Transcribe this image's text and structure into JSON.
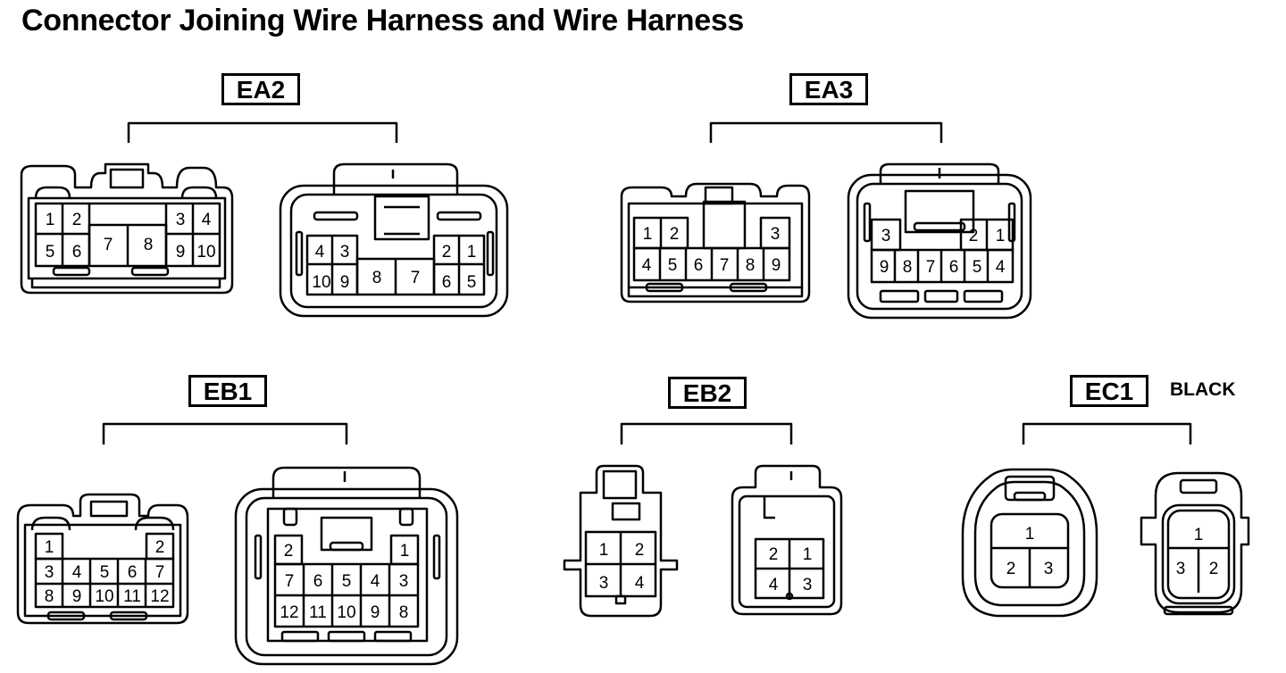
{
  "title": "Connector Joining Wire Harness and Wire Harness",
  "groups": [
    {
      "id": "EA2",
      "label": "EA2"
    },
    {
      "id": "EA3",
      "label": "EA3"
    },
    {
      "id": "EB1",
      "label": "EB1"
    },
    {
      "id": "EB2",
      "label": "EB2"
    },
    {
      "id": "EC1",
      "label": "EC1",
      "note": "BLACK"
    }
  ],
  "connectors": [
    {
      "id": "EA2-male",
      "group": "EA2",
      "pins": [
        "1",
        "2",
        "3",
        "4",
        "5",
        "6",
        "7",
        "8",
        "9",
        "10"
      ]
    },
    {
      "id": "EA2-female",
      "group": "EA2",
      "pins": [
        "4",
        "3",
        "2",
        "1",
        "10",
        "9",
        "8",
        "7",
        "6",
        "5"
      ]
    },
    {
      "id": "EA3-male",
      "group": "EA3",
      "pins": [
        "1",
        "2",
        "3",
        "4",
        "5",
        "6",
        "7",
        "8",
        "9"
      ]
    },
    {
      "id": "EA3-female",
      "group": "EA3",
      "pins": [
        "3",
        "2",
        "1",
        "9",
        "8",
        "7",
        "6",
        "5",
        "4"
      ]
    },
    {
      "id": "EB1-male",
      "group": "EB1",
      "pins": [
        "1",
        "2",
        "3",
        "4",
        "5",
        "6",
        "7",
        "8",
        "9",
        "10",
        "11",
        "12"
      ]
    },
    {
      "id": "EB1-female",
      "group": "EB1",
      "pins": [
        "2",
        "1",
        "7",
        "6",
        "5",
        "4",
        "3",
        "12",
        "11",
        "10",
        "9",
        "8"
      ]
    },
    {
      "id": "EB2-male",
      "group": "EB2",
      "pins": [
        "1",
        "2",
        "3",
        "4"
      ]
    },
    {
      "id": "EB2-female",
      "group": "EB2",
      "pins": [
        "2",
        "1",
        "4",
        "3"
      ]
    },
    {
      "id": "EC1-male",
      "group": "EC1",
      "pins": [
        "1",
        "2",
        "3"
      ]
    },
    {
      "id": "EC1-female",
      "group": "EC1",
      "pins": [
        "1",
        "3",
        "2"
      ]
    }
  ]
}
